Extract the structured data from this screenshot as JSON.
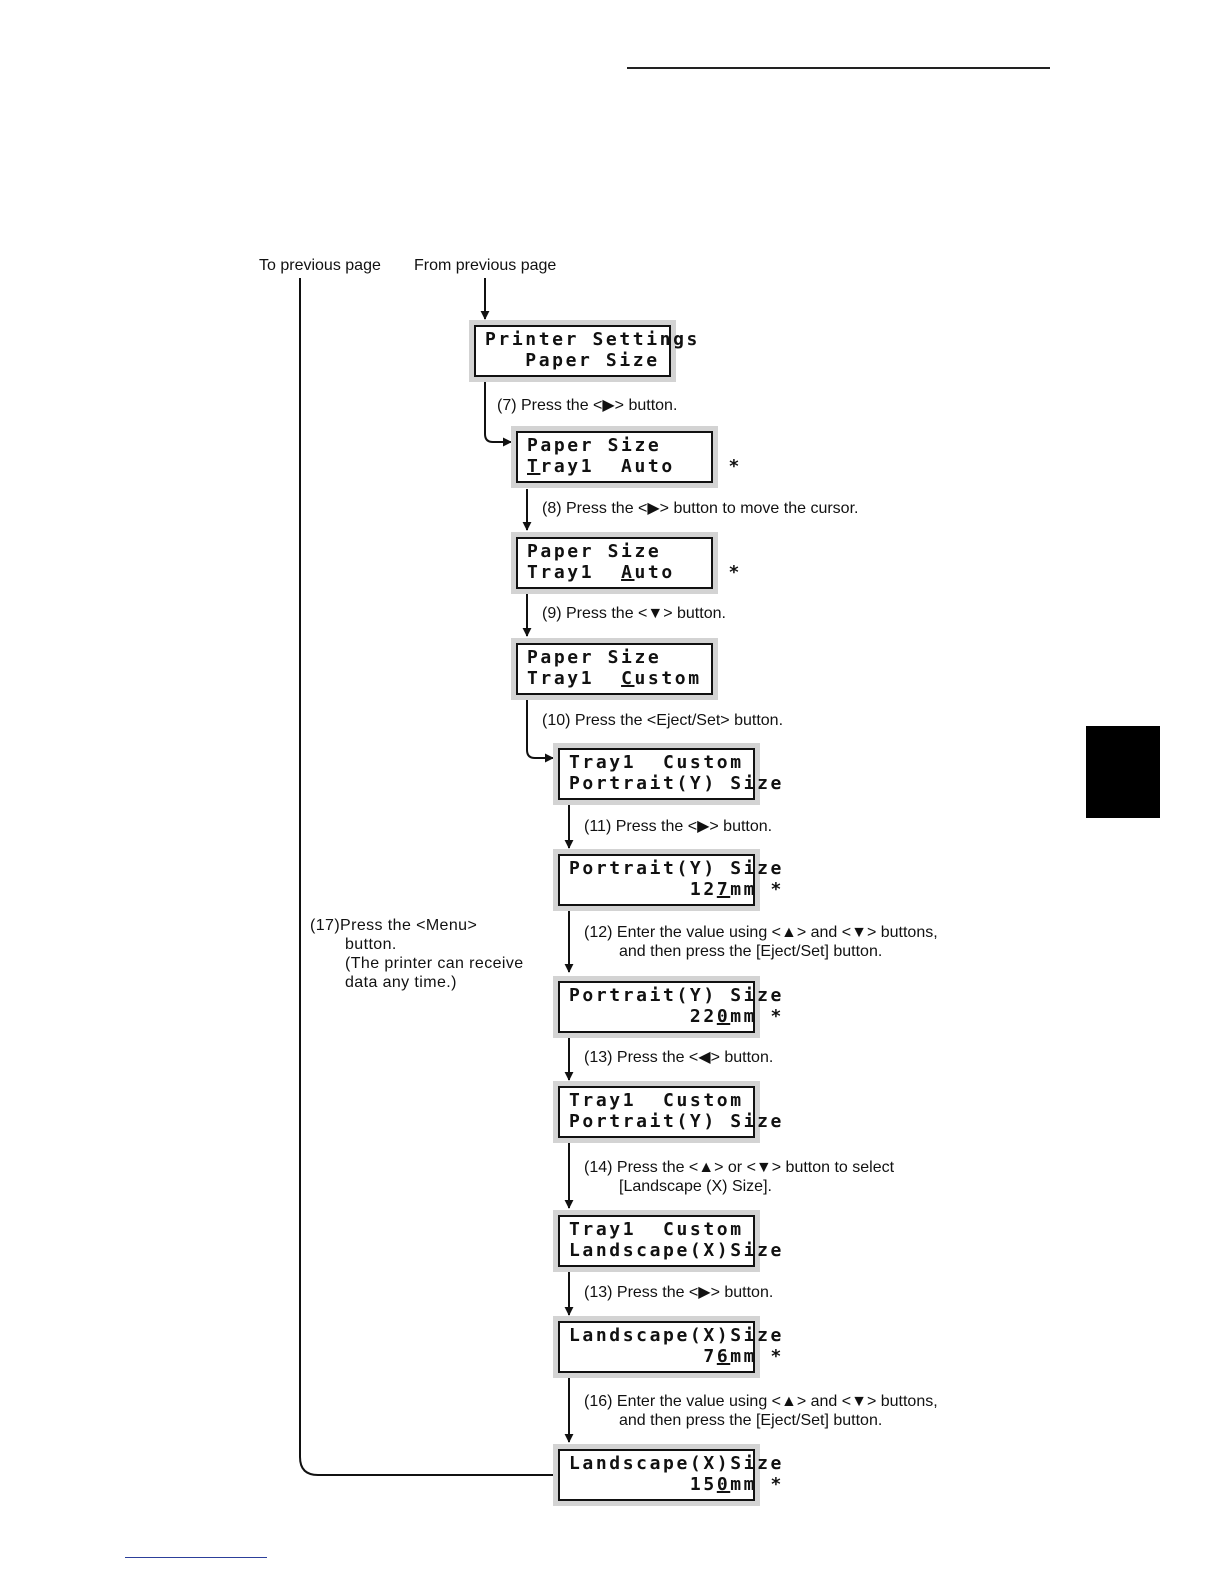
{
  "headers": {
    "to_previous": "To previous page",
    "from_previous": "From previous page"
  },
  "displays": [
    {
      "line1": "Printer Settings",
      "line2": [
        {
          "t": "   Paper Size"
        }
      ]
    },
    {
      "line1": "Paper Size",
      "line2": [
        {
          "t": "T",
          "u": true
        },
        {
          "t": "ray1  Auto    *"
        }
      ]
    },
    {
      "line1": "Paper Size",
      "line2": [
        {
          "t": "Tray1  "
        },
        {
          "t": "A",
          "u": true
        },
        {
          "t": "uto    *"
        }
      ]
    },
    {
      "line1": "Paper Size",
      "line2": [
        {
          "t": "Tray1  "
        },
        {
          "t": "C",
          "u": true
        },
        {
          "t": "ustom"
        }
      ]
    },
    {
      "line1": "Tray1  Custom",
      "line2": [
        {
          "t": "Portrait(Y) Size"
        }
      ]
    },
    {
      "line1": "Portrait(Y) Size",
      "line2": [
        {
          "t": "         12"
        },
        {
          "t": "7",
          "u": true
        },
        {
          "t": "mm *"
        }
      ]
    },
    {
      "line1": "Portrait(Y) Size",
      "line2": [
        {
          "t": "         22"
        },
        {
          "t": "0",
          "u": true
        },
        {
          "t": "mm *"
        }
      ]
    },
    {
      "line1": "Tray1  Custom",
      "line2": [
        {
          "t": "Portrait(Y) Size"
        }
      ]
    },
    {
      "line1": "Tray1  Custom",
      "line2": [
        {
          "t": "Landscape(X)Size"
        }
      ]
    },
    {
      "line1": "Landscape(X)Size",
      "line2": [
        {
          "t": "          7"
        },
        {
          "t": "6",
          "u": true
        },
        {
          "t": "mm *"
        }
      ]
    },
    {
      "line1": "Landscape(X)Size",
      "line2": [
        {
          "t": "         15"
        },
        {
          "t": "0",
          "u": true
        },
        {
          "t": "mm *"
        }
      ]
    }
  ],
  "steps": [
    {
      "line1": "(7) Press the <▶> button."
    },
    {
      "line1": "(8) Press the <▶> button to move the cursor."
    },
    {
      "line1": "(9) Press the <▼> button."
    },
    {
      "line1": "(10) Press the <Eject/Set> button."
    },
    {
      "line1": "(11) Press the <▶> button."
    },
    {
      "line1": "(12) Enter the value using <▲> and <▼> buttons,",
      "line2": "and then press the [Eject/Set] button."
    },
    {
      "line1": "(13) Press the <◀> button."
    },
    {
      "line1": "(14) Press the <▲> or <▼> button to select",
      "line2": "[Landscape (X) Size]."
    },
    {
      "line1": "(13) Press the <▶> button."
    },
    {
      "line1": "(16) Enter the value using <▲> and <▼> buttons,",
      "line2": "and then press the [Eject/Set] button."
    }
  ],
  "note": {
    "line1": "(17)Press the <Menu>",
    "line2": "button.",
    "line3": "(The printer can receive",
    "line4": "data any time.)"
  }
}
